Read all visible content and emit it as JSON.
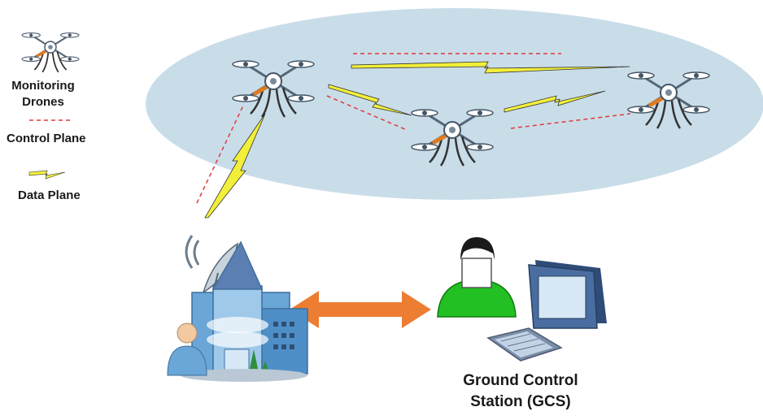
{
  "legend": {
    "monitoring_line1": "Monitoring",
    "monitoring_line2": "Drones",
    "control_plane": "Control Plane",
    "data_plane": "Data Plane"
  },
  "gcs": {
    "line1": "Ground Control",
    "line2": "Station (GCS)"
  },
  "colors": {
    "sky_ellipse": "#c9dde9",
    "control_link": "#e03a3a",
    "data_link": "#f2ef3a",
    "arrow": "#ed7d31",
    "operator_body": "#22c022",
    "building": "#6aa6d8"
  }
}
